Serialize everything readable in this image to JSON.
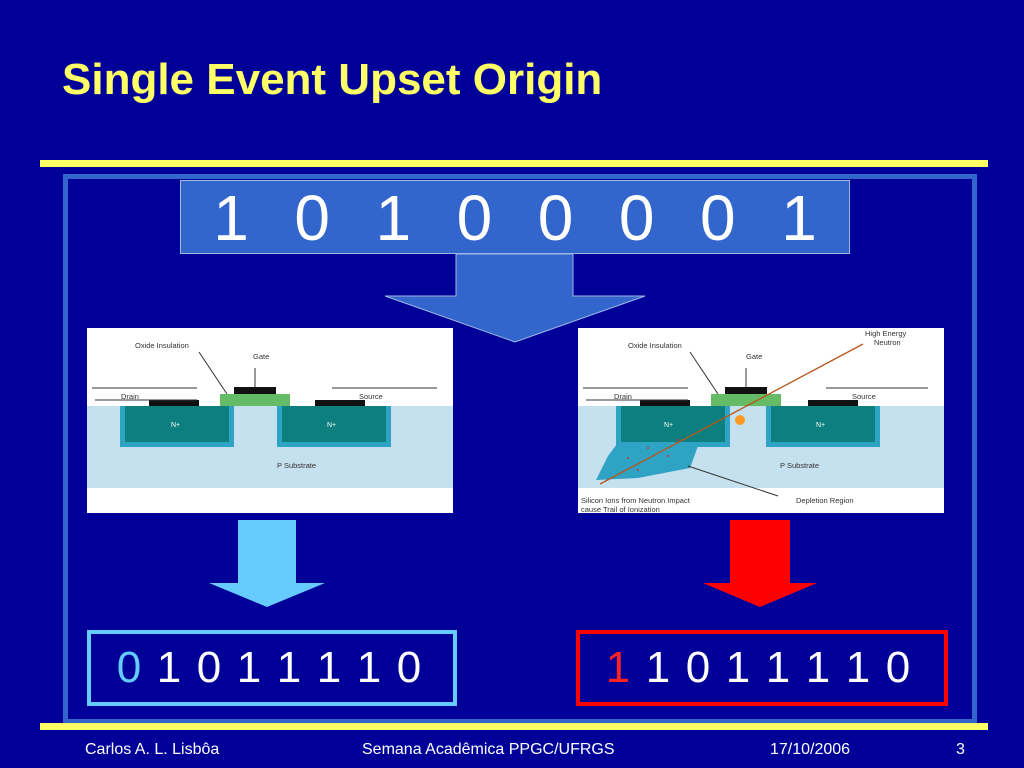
{
  "slide": {
    "title": "Single Event Upset Origin",
    "colors": {
      "background": "#000099",
      "title": "#ffff66",
      "frame": "#3366cc",
      "arrow_normal": "#66ccff",
      "arrow_upset": "#ff0000"
    }
  },
  "top_bits": [
    "1",
    "0",
    "1",
    "0",
    "0",
    "0",
    "0",
    "1"
  ],
  "diagram_left": {
    "labels": {
      "oxide": "Oxide Insulation",
      "gate": "Gate",
      "drain": "Drain",
      "source": "Source",
      "n_left": "N+",
      "n_right": "N+",
      "substrate": "P Substrate"
    }
  },
  "diagram_right": {
    "labels": {
      "oxide": "Oxide Insulation",
      "gate": "Gate",
      "drain": "Drain",
      "source": "Source",
      "n_left": "N+",
      "n_right": "N+",
      "substrate": "P Substrate",
      "neutron_line1": "High Energy",
      "neutron_line2": "Neutron",
      "ions_line1": "Silicon Ions from Neutron Impact",
      "ions_line2": "cause Trail of Ionization",
      "depletion": "Depletion Region"
    }
  },
  "result_left": {
    "first_bit": "0",
    "rest_bits": [
      "1",
      "0",
      "1",
      "1",
      "1",
      "1",
      "0"
    ]
  },
  "result_right": {
    "first_bit": "1",
    "rest_bits": [
      "1",
      "0",
      "1",
      "1",
      "1",
      "1",
      "0"
    ]
  },
  "footer": {
    "author": "Carlos A. L. Lisbôa",
    "event": "Semana Acadêmica PPGC/UFRGS",
    "date": "17/10/2006",
    "page": "3"
  }
}
